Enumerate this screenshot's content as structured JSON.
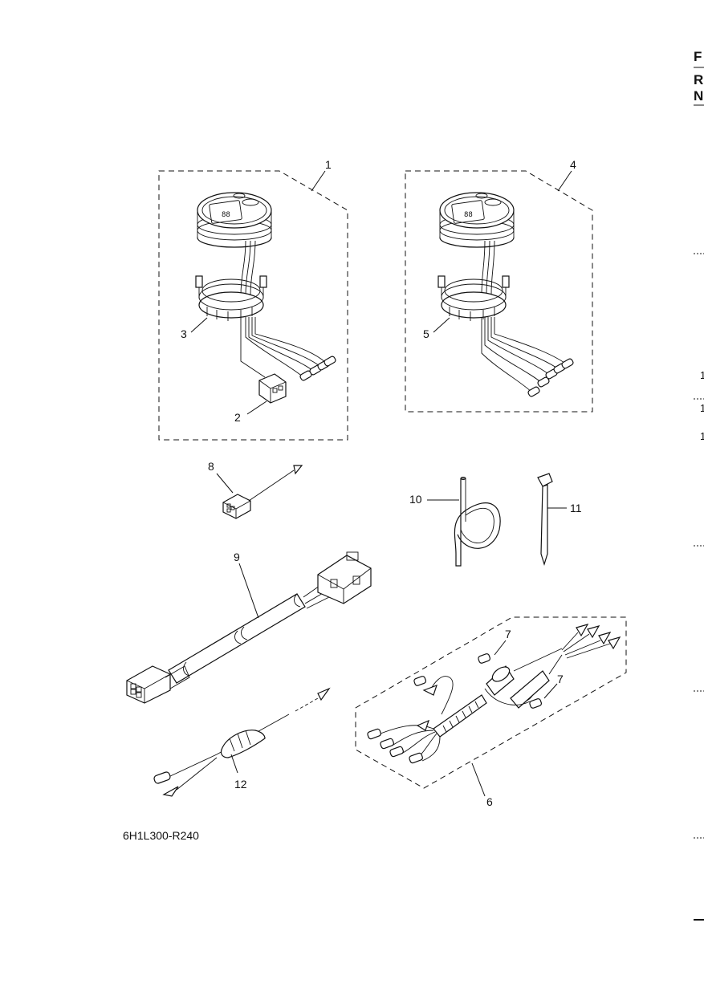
{
  "callouts": {
    "c1": "1",
    "c2": "2",
    "c3": "3",
    "c4": "4",
    "c5": "5",
    "c6": "6",
    "c7a": "7",
    "c7b": "7",
    "c8": "8",
    "c9": "9",
    "c10": "10",
    "c11": "11",
    "c12": "12"
  },
  "figure_code": "6H1L300-R240",
  "right_margin": {
    "top_letters": [
      "F",
      "R",
      "N"
    ],
    "numbers": [
      "1",
      "1",
      "1"
    ]
  }
}
